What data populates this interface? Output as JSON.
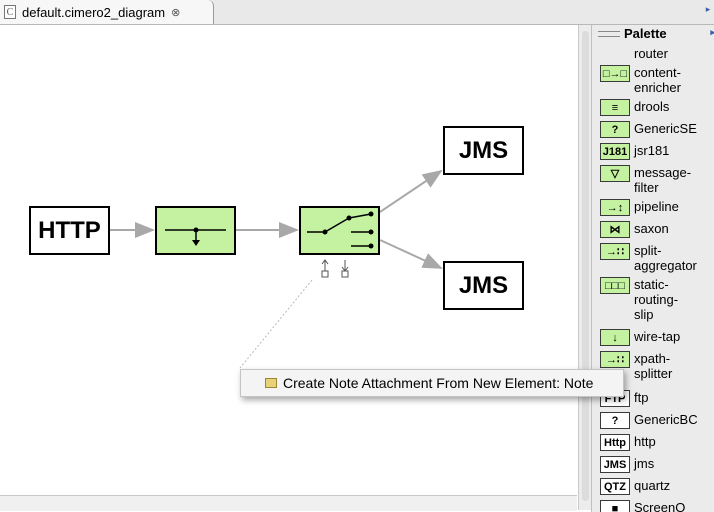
{
  "editor": {
    "tab_title": "default.cimero2_diagram",
    "tab_close": "⊗",
    "tab_icon": "C",
    "overflow_indicator": "▸"
  },
  "diagram": {
    "nodes": {
      "http": "HTTP",
      "jms_top": "JMS",
      "jms_bottom": "JMS"
    }
  },
  "popup": {
    "label": "Create Note Attachment From New Element: Note"
  },
  "palette": {
    "title": "Palette",
    "expand_arrow": "▸",
    "items": [
      {
        "label": "router",
        "icon": "router-icon",
        "glyph": ""
      },
      {
        "label": "content-\nenricher",
        "icon": "content-enricher-icon",
        "glyph": "□→□"
      },
      {
        "label": "drools",
        "icon": "drools-icon",
        "glyph": "≡"
      },
      {
        "label": "GenericSE",
        "icon": "generic-se-icon",
        "glyph": "?"
      },
      {
        "label": "jsr181",
        "icon": "jsr181-icon",
        "glyph": "J181"
      },
      {
        "label": "message-\nfilter",
        "icon": "message-filter-icon",
        "glyph": "▽"
      },
      {
        "label": "pipeline",
        "icon": "pipeline-icon",
        "glyph": "→↕"
      },
      {
        "label": "saxon",
        "icon": "saxon-icon",
        "glyph": "⋈"
      },
      {
        "label": "split-\naggregator",
        "icon": "split-aggregator-icon",
        "glyph": "→∷"
      },
      {
        "label": "static-\nrouting-\nslip",
        "icon": "static-routing-slip-icon",
        "glyph": "□□□"
      },
      {
        "label": "wire-tap",
        "icon": "wire-tap-icon",
        "glyph": "↓"
      },
      {
        "label": "xpath-\nsplitter",
        "icon": "xpath-splitter-icon",
        "glyph": "→∷"
      },
      {
        "label": "ftp",
        "icon": "ftp-icon",
        "glyph": "FTP"
      },
      {
        "label": "GenericBC",
        "icon": "generic-bc-icon",
        "glyph": "?"
      },
      {
        "label": "http",
        "icon": "http-icon",
        "glyph": "Http"
      },
      {
        "label": "jms",
        "icon": "jms-icon",
        "glyph": "JMS"
      },
      {
        "label": "quartz",
        "icon": "quartz-icon",
        "glyph": "QTZ"
      },
      {
        "label": "ScreenO",
        "icon": "screen-icon",
        "glyph": "■"
      }
    ]
  },
  "colors": {
    "node_fill": "#c4f2a0",
    "connector": "#a8a8a8",
    "canvas": "#ffffff",
    "palette_bg": "#ebebeb"
  }
}
